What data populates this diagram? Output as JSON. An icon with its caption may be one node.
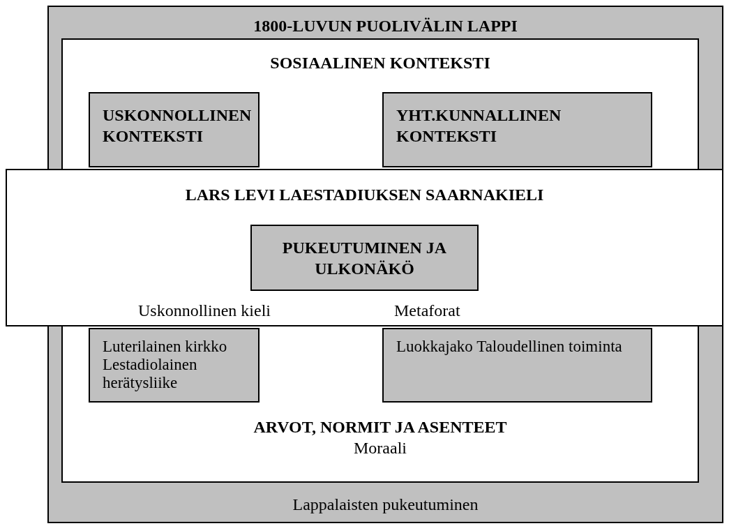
{
  "diagram": {
    "nodes": [
      {
        "text": [
          "1800-LUVUN PUOLIVÄLIN LAPPI",
          "Lappalaisten pukeutuminen"
        ]
      },
      {
        "text": [
          "SOSIAALINEN KONTEKSTI",
          "ARVOT, NORMIT JA ASENTEET",
          "Moraali"
        ],
        "in": 0
      },
      {
        "text": [
          "USKONNOLLINEN KONTEKSTI"
        ],
        "in": 1
      },
      {
        "text": [
          "YHT.KUNNALLINEN KONTEKSTI"
        ],
        "in": 1
      },
      {
        "text": [
          "LARS LEVI LAESTADIUKSEN SAARNAKIELI",
          "Uskonnollinen kieli",
          "Metaforat"
        ]
      },
      {
        "text": [
          "PUKEUTUMINEN JA ULKONÄKÖ"
        ],
        "in": 4
      },
      {
        "text": [
          "Luterilainen kirkko Lestadiolainen herätysliike"
        ],
        "in": 1
      },
      {
        "text": [
          "Luokkajako Taloudellinen toiminta"
        ],
        "in": 1
      }
    ],
    "edges": []
  }
}
